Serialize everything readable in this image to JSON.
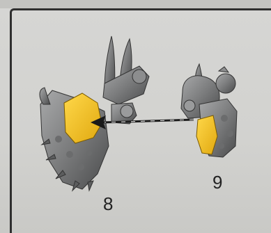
{
  "steps": [
    {
      "number": "8",
      "part_color": "#f2c21d",
      "body_color": "#7e7f80"
    },
    {
      "number": "9",
      "part_color": "#f2c21d",
      "body_color": "#7e7f80"
    }
  ],
  "arrow": {
    "from_step": "9",
    "to_step": "8",
    "color": "#1a1a1a"
  }
}
